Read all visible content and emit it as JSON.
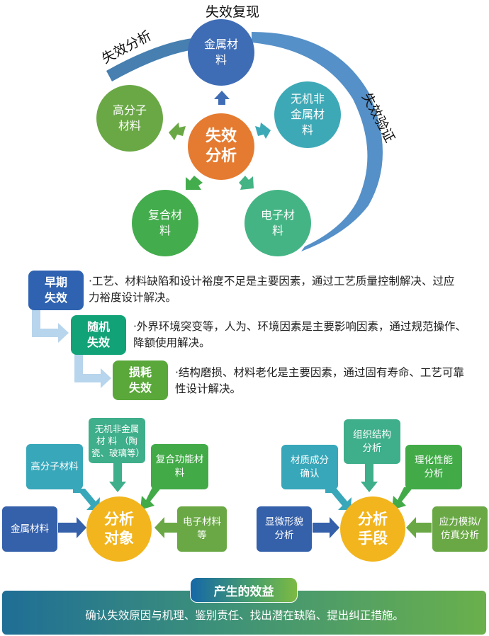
{
  "cycle": {
    "labels": {
      "left": "失效分析",
      "top": "失效复现",
      "right": "失效验证"
    },
    "center": "失效\n分析",
    "nodes": [
      {
        "label": "金属材\n料",
        "color": "#3f6db5"
      },
      {
        "label": "无机非\n金属材\n料",
        "color": "#3ea9b6"
      },
      {
        "label": "电子材\n料",
        "color": "#44b484"
      },
      {
        "label": "复合材\n料",
        "color": "#43ac4c"
      },
      {
        "label": "高分子\n材料",
        "color": "#6aa845"
      }
    ],
    "center_color": "#e57b30",
    "arc_color": "#4f86c0"
  },
  "stages": [
    {
      "label": "早期\n失效",
      "color": "#2f63b1",
      "text": "·工艺、材料缺陷和设计裕度不足是主要因素，通过工艺质量控制解决、过应力裕度设计解决。"
    },
    {
      "label": "随机\n失效",
      "color": "#11a377",
      "text": "·外界环境突变等，人为、环境因素是主要影响因素，通过规范操作、降额使用解决。"
    },
    {
      "label": "损耗\n失效",
      "color": "#5aa73a",
      "text": "·结构磨损、材料老化是主要因素，通过固有寿命、工艺可靠性设计解决。"
    }
  ],
  "analysis_objects": {
    "center": "分析\n对象",
    "items": [
      {
        "label": "金属材料",
        "color": "#3560aa"
      },
      {
        "label": "高分子材料",
        "color": "#38a7ba"
      },
      {
        "label": "无机非金属\n材 料 （陶\n瓷、玻璃等）",
        "color": "#3fae8a"
      },
      {
        "label": "复合功能材\n料",
        "color": "#42ab48"
      },
      {
        "label": "电子材料等",
        "color": "#6aa845"
      }
    ]
  },
  "analysis_methods": {
    "center": "分析\n手段",
    "items": [
      {
        "label": "显微形貌\n分析",
        "color": "#3560aa"
      },
      {
        "label": "材质成分\n确认",
        "color": "#38a7ba"
      },
      {
        "label": "组织结构\n分析",
        "color": "#3fae8a"
      },
      {
        "label": "理化性能\n分析",
        "color": "#42ab48"
      },
      {
        "label": "应力模拟/\n仿真分析",
        "color": "#6aa845"
      }
    ]
  },
  "benefit": {
    "title": "产生的效益",
    "text": "确认失效原因与机理、鉴别责任、找出潜在缺陷、提出纠正措施。"
  }
}
